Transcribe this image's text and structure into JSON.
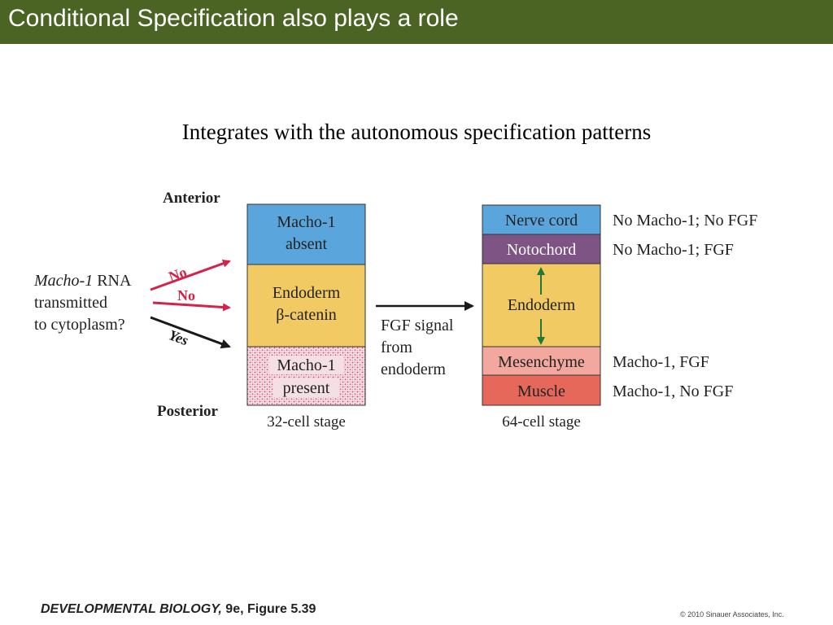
{
  "slide": {
    "title": "Conditional Specification also plays a role",
    "subtitle": "Integrates with the autonomous specification patterns"
  },
  "diagram": {
    "anterior_label": "Anterior",
    "posterior_label": "Posterior",
    "rna_label": {
      "italic": "Macho-1",
      "line1_rest": " RNA",
      "line2": "transmitted",
      "line3": "to cytoplasm?"
    },
    "arrow_labels": {
      "top": "No",
      "middle": "No",
      "bottom": "Yes"
    },
    "left_column": {
      "stage_label": "32-cell stage",
      "cells": [
        {
          "line1": "Macho-1",
          "line2": "absent",
          "color": "#5aa6dc"
        },
        {
          "line1": "Endoderm",
          "line2": "β-catenin",
          "color": "#f1ca63"
        },
        {
          "line1": "Macho-1",
          "line2": "present",
          "color": "#f4dfe4",
          "dots": "#d2426a"
        }
      ]
    },
    "signal_label": {
      "line1": "FGF signal",
      "line2": "from",
      "line3": "endoderm"
    },
    "right_column": {
      "stage_label": "64-cell stage",
      "cells": [
        {
          "name": "Nerve cord",
          "color": "#5aa6dc",
          "condition": "No Macho-1; No FGF"
        },
        {
          "name": "Notochord",
          "color": "#7e5485",
          "condition": "No Macho-1; FGF"
        },
        {
          "name": "Endoderm",
          "color": "#f1ca63",
          "condition": ""
        },
        {
          "name": "Mesenchyme",
          "color": "#f2a89e",
          "condition": "Macho-1, FGF"
        },
        {
          "name": "Muscle",
          "color": "#e5685a",
          "condition": "Macho-1, No FGF"
        }
      ]
    },
    "colors": {
      "red_arrow": "#d2234b",
      "green_arrow": "#1f7a3a",
      "black_arrow": "#1a1a1a"
    }
  },
  "footer": {
    "book_title": "DEVELOPMENTAL BIOLOGY,",
    "edition": " 9e, Figure 5.39",
    "copyright": "© 2010 Sinauer Associates, Inc."
  }
}
